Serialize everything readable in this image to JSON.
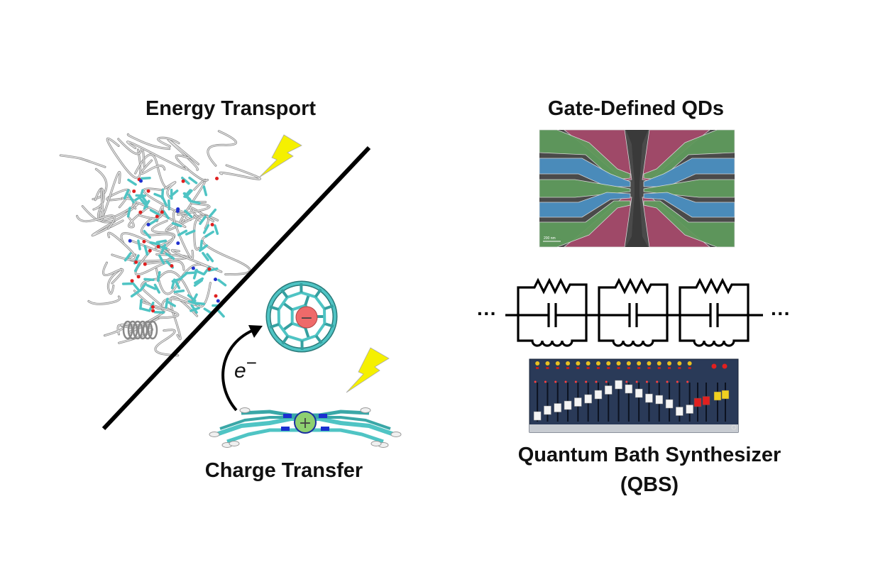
{
  "left_panel": {
    "top_title": "Energy Transport",
    "bottom_title": "Charge Transfer",
    "electron_label": "e",
    "electron_sign": "−",
    "acceptor_charge": "−",
    "donor_charge": "+"
  },
  "right_panel": {
    "qd_title": "Gate-Defined QDs",
    "qd_scale_bar": "200 nm",
    "circuit_ellipsis_left": "···",
    "circuit_ellipsis_right": "···",
    "circuit_units": 3,
    "qbs_title_line1": "Quantum Bath Synthesizer",
    "qbs_title_line2": "(QBS)",
    "mixer_fader_levels": [
      0.12,
      0.28,
      0.35,
      0.42,
      0.51,
      0.6,
      0.72,
      0.85,
      1.0,
      0.88,
      0.76,
      0.62,
      0.58,
      0.46,
      0.25,
      0.31
    ],
    "mixer_master_levels": [
      0.5,
      0.55,
      0.68,
      0.72
    ]
  },
  "colors": {
    "lightning": "#f5f000",
    "molecule": "#4fc4c4",
    "acceptor_charge": "#ee6a6a",
    "donor_charge": "#8ed070",
    "qd_green": "#5f9a5c",
    "qd_blue": "#4a8fc0",
    "qd_red": "#a4496a",
    "mixer_body": "#2a3a58"
  }
}
